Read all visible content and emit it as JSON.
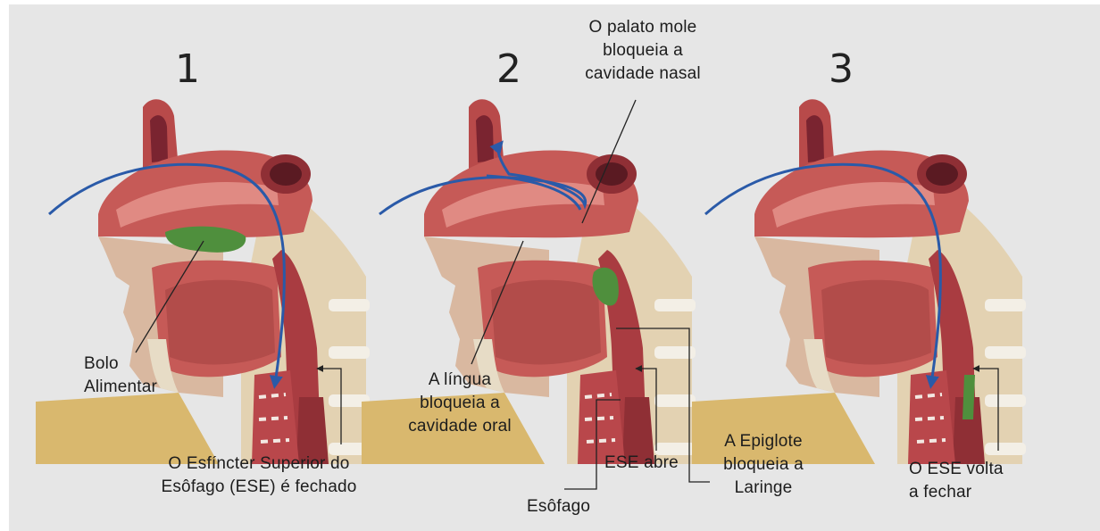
{
  "colors": {
    "background": "#e6e6e6",
    "tissue": "#c65a57",
    "tissue_dark": "#8f2f35",
    "bone": "#e3d2b2",
    "fat": "#d9b86e",
    "bolus": "#4f8f3d",
    "arrow": "#2a5aa8",
    "vertebra": "#f3efe6"
  },
  "panels": [
    {
      "number": "1"
    },
    {
      "number": "2"
    },
    {
      "number": "3"
    }
  ],
  "labels": {
    "bolo": "Bolo\nAlimentar",
    "ese_fechado": "O Esfíncter Superior do\nEsôfago (ESE) é fechado",
    "lingua": "A língua\nbloqueia a\ncavidade oral",
    "palato": "O palato mole\nbloqueia a\ncavidade nasal",
    "ese_abre": "ESE abre",
    "esofago": "Esôfago",
    "epiglote": "A Epiglote\nbloqueia a\nLaringe",
    "ese_volta": "O ESE volta\na fechar"
  }
}
